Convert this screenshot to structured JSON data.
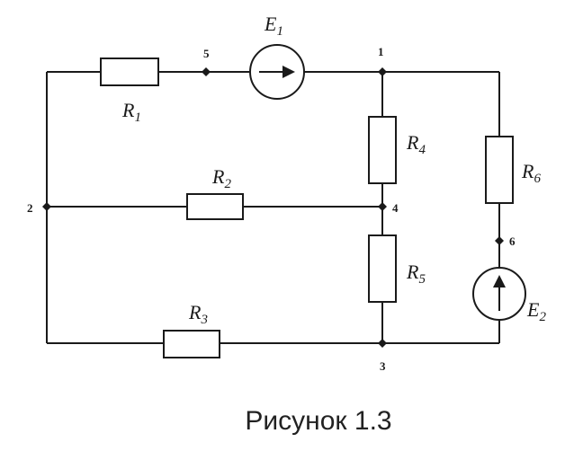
{
  "caption": "Рисунок 1.3",
  "colors": {
    "line": "#1a1a1a",
    "background": "#ffffff"
  },
  "components": {
    "R1": {
      "letter": "R",
      "index": "1"
    },
    "R2": {
      "letter": "R",
      "index": "2"
    },
    "R3": {
      "letter": "R",
      "index": "3"
    },
    "R4": {
      "letter": "R",
      "index": "4"
    },
    "R5": {
      "letter": "R",
      "index": "5"
    },
    "R6": {
      "letter": "R",
      "index": "6"
    },
    "E1": {
      "letter": "E",
      "index": "1"
    },
    "E2": {
      "letter": "E",
      "index": "2"
    }
  },
  "nodes": {
    "n1": "1",
    "n2": "2",
    "n3": "3",
    "n4": "4",
    "n5": "5",
    "n6": "6"
  }
}
